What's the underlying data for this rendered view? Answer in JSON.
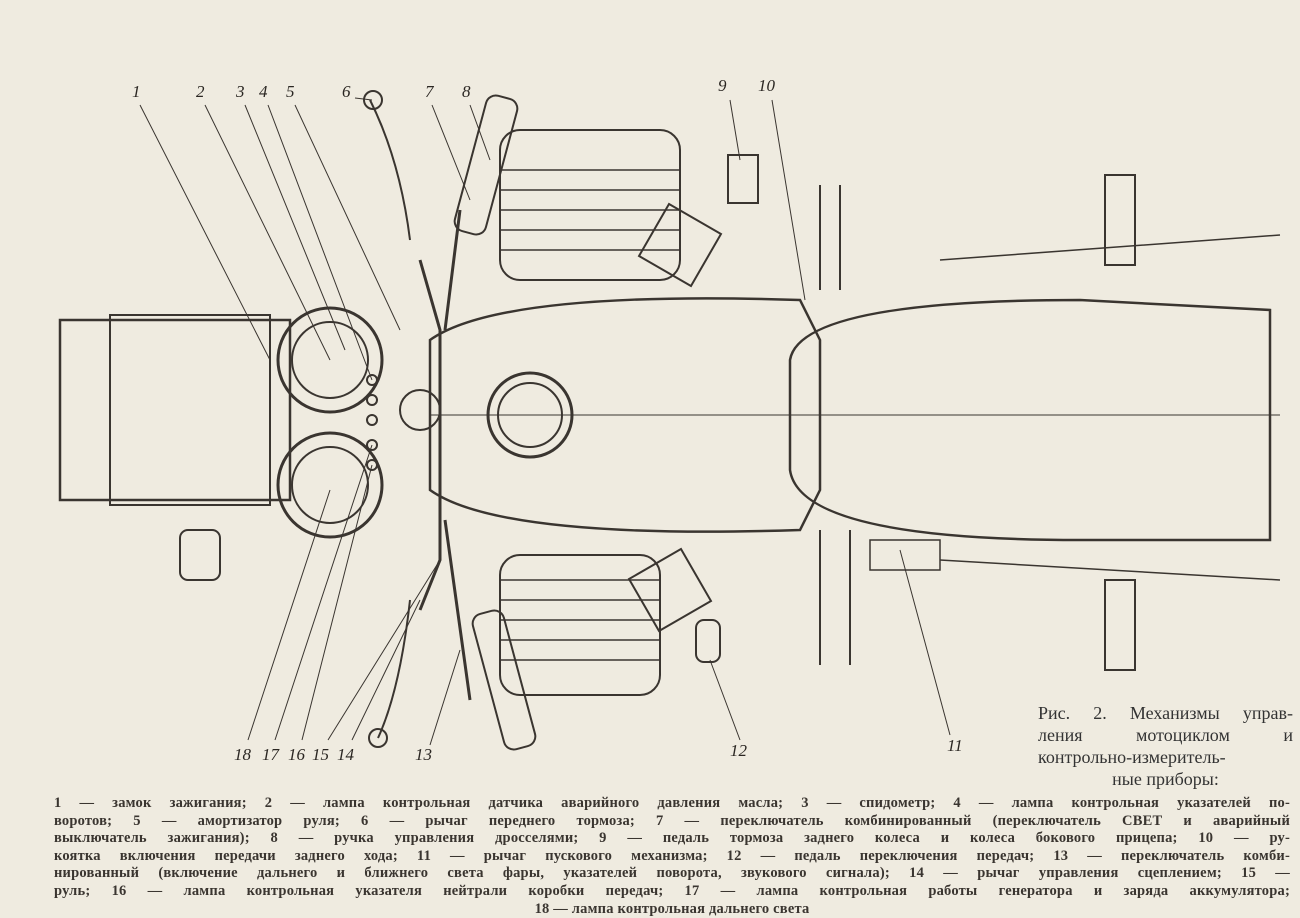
{
  "figure": {
    "title_lines": [
      "Рис. 2. Механизмы управ-",
      "ления мотоциклом и",
      "контрольно-измеритель-",
      "ные приборы:"
    ],
    "callouts": [
      "1",
      "2",
      "3",
      "4",
      "5",
      "6",
      "7",
      "8",
      "9",
      "10",
      "11",
      "12",
      "13",
      "14",
      "15",
      "16",
      "17",
      "18"
    ],
    "legend_lines": [
      "1 — замок зажигания; 2 — лампа контрольная датчика аварийного давления масла; 3 — спидометр; 4 — лампа контрольная указателей по-",
      "воротов; 5 — амортизатор руля; 6 — рычаг переднего тормоза; 7 — переключатель комбинированный (переключатель СВЕТ и аварийный",
      "выключатель зажигания); 8 — ручка управления дросселями; 9 — педаль тормоза заднего колеса и колеса бокового прицепа; 10 — ру-",
      "коятка включения передачи заднего хода; 11 — рычаг пускового механизма; 12 — педаль переключения передач; 13 — переключатель комби-",
      "нированный (включение дальнего и ближнего света фары, указателей поворота, звукового сигнала); 14 — рычаг управления сцеплением; 15 —",
      "руль; 16 — лампа контрольная указателя нейтрали коробки передач; 17 — лампа контрольная работы генератора и заряда аккумулятора;",
      "18 — лампа контрольная дальнего света"
    ]
  }
}
